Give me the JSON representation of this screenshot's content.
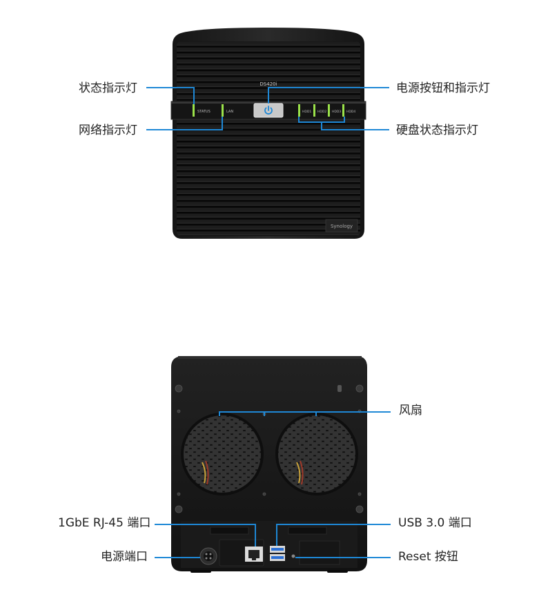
{
  "front": {
    "model": "DS420i",
    "brand": "Synology",
    "led_labels": {
      "status": "STATUS",
      "lan": "LAN",
      "hdd1": "HDD1",
      "hdd2": "HDD2",
      "hdd3": "HDD3",
      "hdd4": "HDD4"
    },
    "callouts": {
      "status": "状态指示灯",
      "lan": "网络指示灯",
      "power": "电源按钮和指示灯",
      "hdd": "硬盘状态指示灯"
    }
  },
  "back": {
    "callouts": {
      "fan": "风扇",
      "rj45": "1GbE RJ-45 端口",
      "power_port": "电源端口",
      "usb": "USB 3.0 端口",
      "reset": "Reset 按钮"
    }
  },
  "colors": {
    "accent": "#1e88d6",
    "led_green": "#9be24a",
    "body": "#1c1c1c",
    "usb_blue": "#2b6fd4"
  }
}
